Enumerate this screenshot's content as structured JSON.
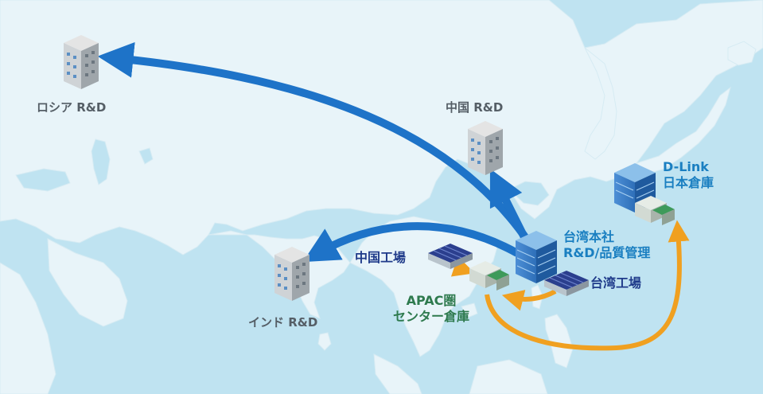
{
  "labels": {
    "russia_rd": "ロシア R&D",
    "china_rd": "中国 R&D",
    "india_rd": "インド R&D",
    "dlink_line1": "D-Link",
    "dlink_line2": "日本倉庫",
    "taiwan_hq_line1": "台湾本社",
    "taiwan_hq_line2": "R&D/品質管理",
    "china_factory": "中国工場",
    "taiwan_factory": "台湾工場",
    "apac_line1": "APAC圏",
    "apac_line2": "センター倉庫"
  },
  "colors": {
    "sea": "#bfe3f1",
    "land": "#e8f4f9",
    "rd_arrow": "#1e73c8",
    "logistics_arrow": "#f0a020"
  },
  "icons": {
    "rd_site": "office-building-icon",
    "hq": "headquarters-building-icon",
    "factory": "factory-icon",
    "warehouse": "warehouse-icon"
  }
}
